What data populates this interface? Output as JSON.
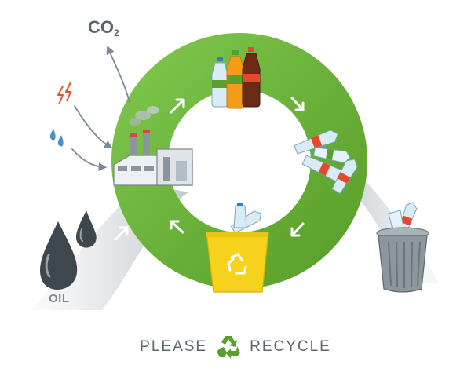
{
  "diagram": {
    "co2_label": "CO",
    "co2_subscript": "2",
    "oil_label": "OIL",
    "footer": {
      "left_word": "PLEASE",
      "right_word": "RECYCLE",
      "icon": "recycle-icon"
    }
  },
  "colors": {
    "ring_green": "#6db33f",
    "ring_green_dark": "#5aa02c",
    "gray_flow": "#c5cbd1",
    "oil_drop": "#3f474e",
    "bin_yellow": "#f6d21c",
    "bin_gray": "#8c969d",
    "bottle_orange": "#f39c1a",
    "bottle_brown": "#6a2a16",
    "bottle_clear": "#d9ecf6",
    "label_red": "#e24a2a",
    "label_green": "#5aa02c",
    "lightning": "#e8502a",
    "water_drop": "#4a90c8",
    "arrow_gray": "#7d8a95"
  },
  "icons": [
    "co2-icon",
    "lightning-icon",
    "water-drop-icon",
    "factory-icon",
    "oil-drop-icon",
    "bottles-icon",
    "crushed-bottles-icon",
    "recycle-bin-icon",
    "trash-can-icon",
    "arrow-icon"
  ]
}
